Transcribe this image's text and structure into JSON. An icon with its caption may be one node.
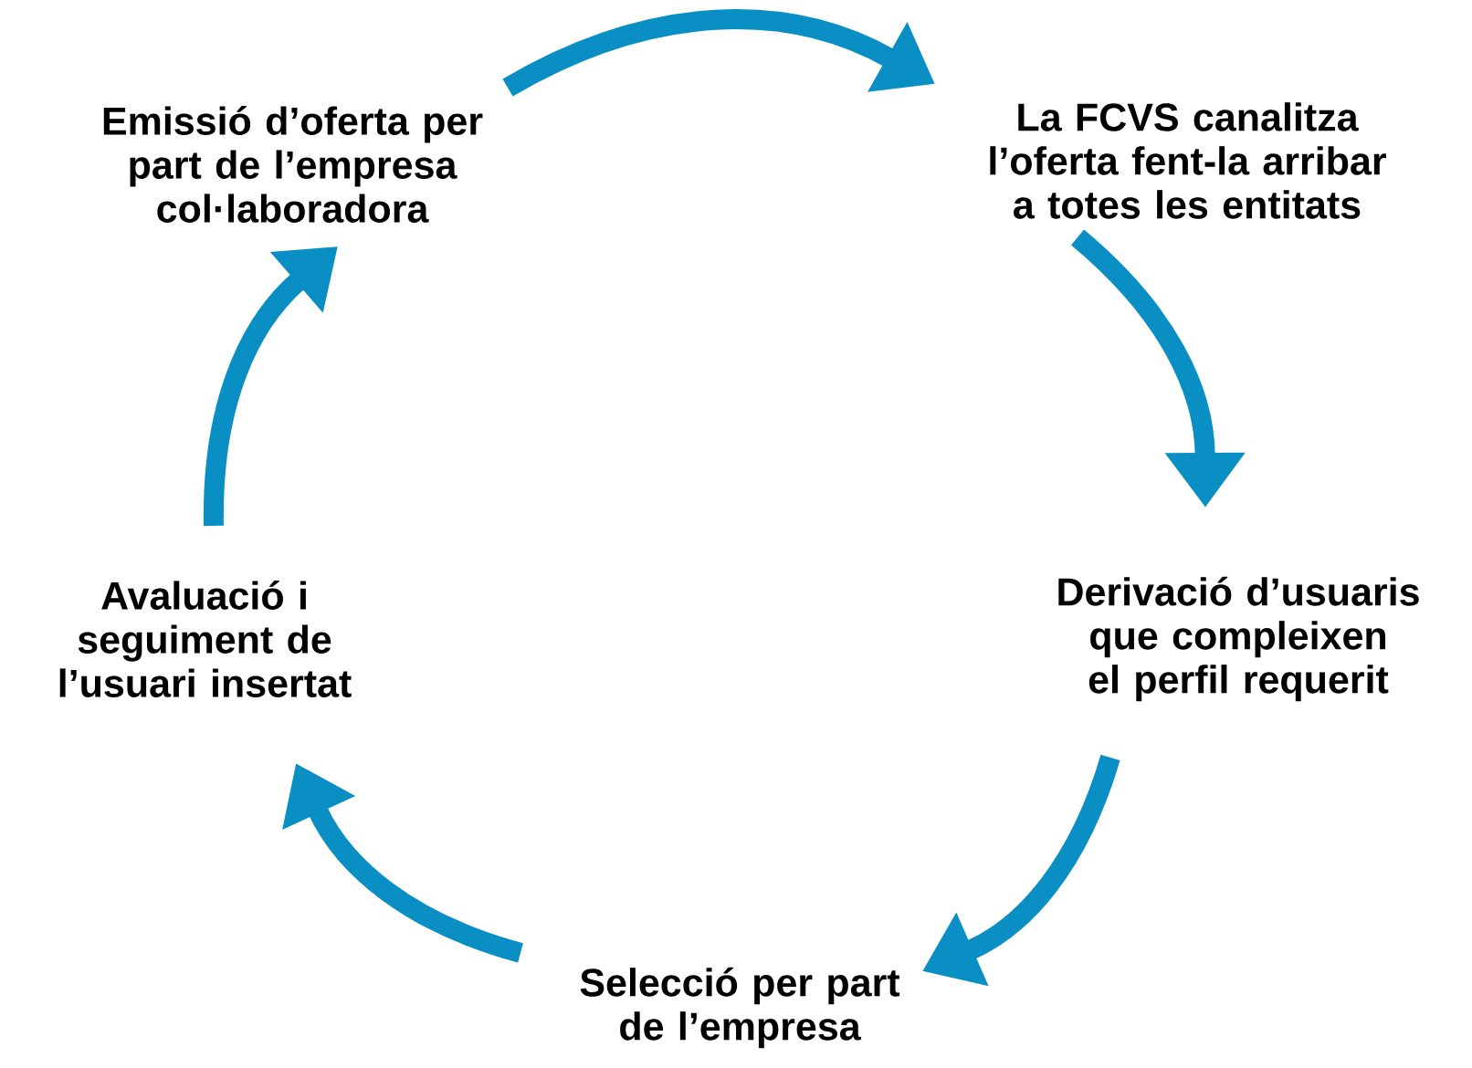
{
  "diagram": {
    "nodes": [
      {
        "text": [
          "Emissió d’oferta per part de l’empresa col·laboradora"
        ]
      },
      {
        "text": [
          "La FCVS canalitza l’oferta fent-la arribar a totes les entitats"
        ]
      },
      {
        "text": [
          "Derivació d’usuaris que compleixen el perfil requerit"
        ]
      },
      {
        "text": [
          "Selecció per part de l’empresa"
        ]
      },
      {
        "text": [
          "Avaluació i seguiment de l’usuari insertat"
        ]
      }
    ],
    "edges": [
      {
        "from": 0,
        "to": 1,
        "arrow": "to"
      },
      {
        "from": 1,
        "to": 2,
        "arrow": "to"
      },
      {
        "from": 2,
        "to": 3,
        "arrow": "to"
      },
      {
        "from": 3,
        "to": 4,
        "arrow": "to"
      },
      {
        "from": 4,
        "to": 0,
        "arrow": "to"
      }
    ]
  }
}
